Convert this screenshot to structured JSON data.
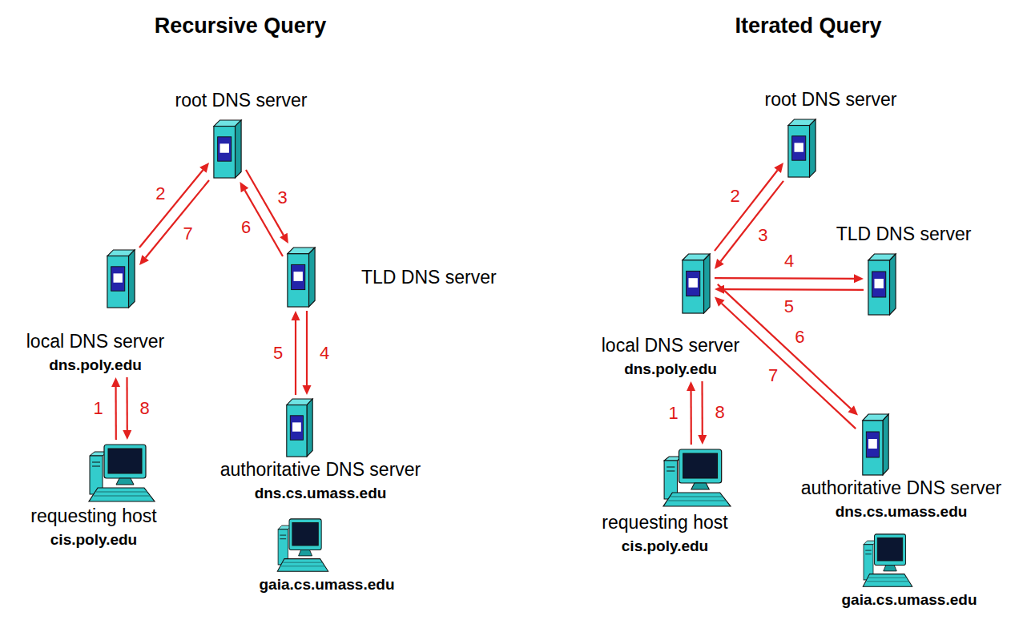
{
  "diagram": {
    "nodes": [
      {
        "text": [
          "root DNS server"
        ]
      },
      {
        "text": [
          "local DNS server",
          "dns.poly.edu"
        ]
      },
      {
        "text": [
          "TLD DNS server"
        ]
      },
      {
        "text": [
          "requesting host",
          "cis.poly.edu"
        ]
      },
      {
        "text": [
          "authoritative DNS server",
          "dns.cs.umass.edu"
        ]
      },
      {
        "text": [
          "gaia.cs.umass.edu"
        ]
      },
      {
        "text": [
          "root DNS server"
        ]
      },
      {
        "text": [
          "TLD DNS server"
        ]
      },
      {
        "text": [
          "local DNS server",
          "dns.poly.edu"
        ]
      },
      {
        "text": [
          "authoritative DNS server",
          "dns.cs.umass.edu"
        ]
      },
      {
        "text": [
          "requesting host",
          "cis.poly.edu"
        ]
      },
      {
        "text": [
          "gaia.cs.umass.edu"
        ]
      }
    ],
    "edges": [
      {
        "from": 3,
        "to": 1,
        "arrow": "to",
        "label": "1"
      },
      {
        "from": 1,
        "to": 0,
        "arrow": "to",
        "label": "2"
      },
      {
        "from": 0,
        "to": 2,
        "arrow": "to",
        "label": "3"
      },
      {
        "from": 2,
        "to": 4,
        "arrow": "to",
        "label": "4"
      },
      {
        "from": 4,
        "to": 2,
        "arrow": "to",
        "label": "5"
      },
      {
        "from": 2,
        "to": 0,
        "arrow": "to",
        "label": "6"
      },
      {
        "from": 0,
        "to": 1,
        "arrow": "to",
        "label": "7"
      },
      {
        "from": 1,
        "to": 3,
        "arrow": "to",
        "label": "8"
      },
      {
        "from": 10,
        "to": 8,
        "arrow": "to",
        "label": "1"
      },
      {
        "from": 8,
        "to": 6,
        "arrow": "to",
        "label": "2"
      },
      {
        "from": 6,
        "to": 8,
        "arrow": "to",
        "label": "3"
      },
      {
        "from": 8,
        "to": 7,
        "arrow": "to",
        "label": "4"
      },
      {
        "from": 7,
        "to": 8,
        "arrow": "to",
        "label": "5"
      },
      {
        "from": 8,
        "to": 9,
        "arrow": "to",
        "label": "6"
      },
      {
        "from": 9,
        "to": 8,
        "arrow": "to",
        "label": "7"
      },
      {
        "from": 8,
        "to": 10,
        "arrow": "to",
        "label": "8"
      }
    ],
    "labels": [
      "Recursive Query",
      "Iterated Query"
    ]
  }
}
